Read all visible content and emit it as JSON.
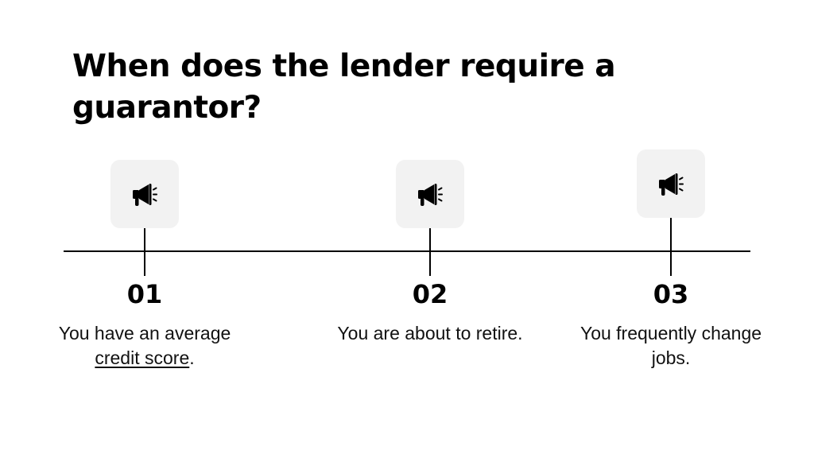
{
  "title": "When does the lender require a guarantor?",
  "steps": [
    {
      "number": "01",
      "icon": "megaphone-icon",
      "text_prefix": "You have an average ",
      "link_text": "credit score",
      "text_suffix": "."
    },
    {
      "number": "02",
      "icon": "megaphone-icon",
      "text": "You are about to retire."
    },
    {
      "number": "03",
      "icon": "megaphone-icon",
      "text": "You frequently change jobs."
    }
  ],
  "colors": {
    "background": "#ffffff",
    "text": "#000000",
    "icon_box": "#f2f2f2",
    "line": "#000000"
  }
}
